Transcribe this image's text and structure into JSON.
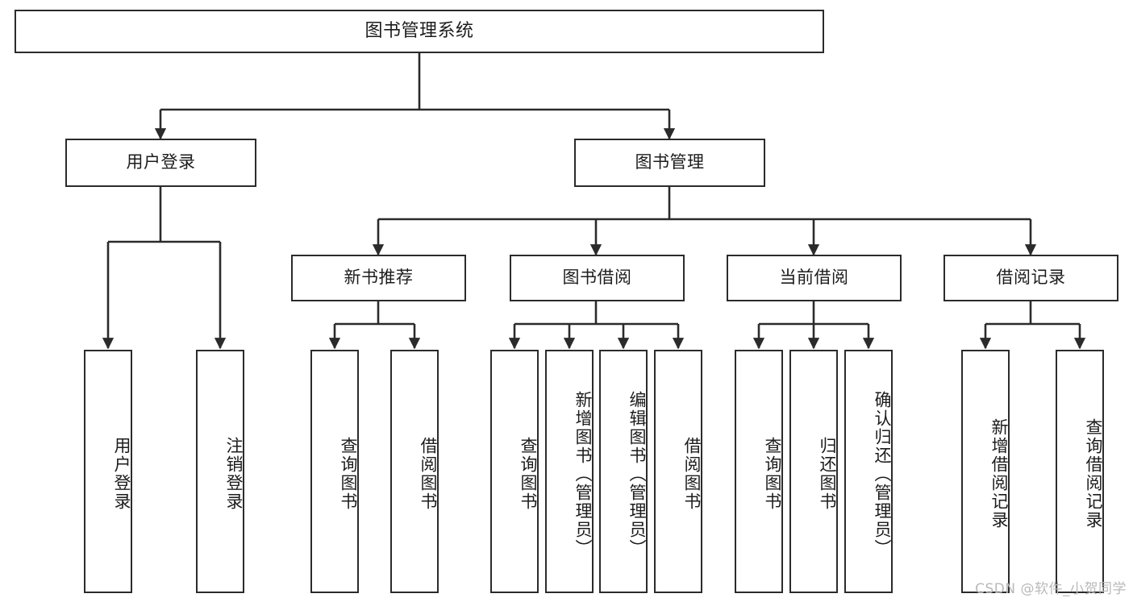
{
  "diagram": {
    "title": "图书管理系统",
    "watermark": "CSDN @软件_小贺同学",
    "root": {
      "label": "图书管理系统"
    },
    "level2": [
      {
        "label": "用户登录"
      },
      {
        "label": "图书管理"
      }
    ],
    "level3": [
      {
        "label": "新书推荐"
      },
      {
        "label": "图书借阅"
      },
      {
        "label": "当前借阅"
      },
      {
        "label": "借阅记录"
      }
    ],
    "leaves": {
      "user_login": [
        {
          "label": "用户登录"
        },
        {
          "label": "注销登录"
        }
      ],
      "new_book_recommend": [
        {
          "label": "查询图书"
        },
        {
          "label": "借阅图书"
        }
      ],
      "book_borrow": [
        {
          "label": "查询图书"
        },
        {
          "label": "新增图书（管理员）"
        },
        {
          "label": "编辑图书（管理员）"
        },
        {
          "label": "借阅图书"
        }
      ],
      "current_borrow": [
        {
          "label": "查询图书"
        },
        {
          "label": "归还图书"
        },
        {
          "label": "确认归还（管理员）"
        }
      ],
      "borrow_records": [
        {
          "label": "新增借阅记录"
        },
        {
          "label": "查询借阅记录"
        }
      ]
    },
    "colors": {
      "stroke": "#2b2b2b",
      "fill": "#ffffff",
      "text": "#1c1c1c",
      "watermark": "#b9b9b9"
    }
  }
}
